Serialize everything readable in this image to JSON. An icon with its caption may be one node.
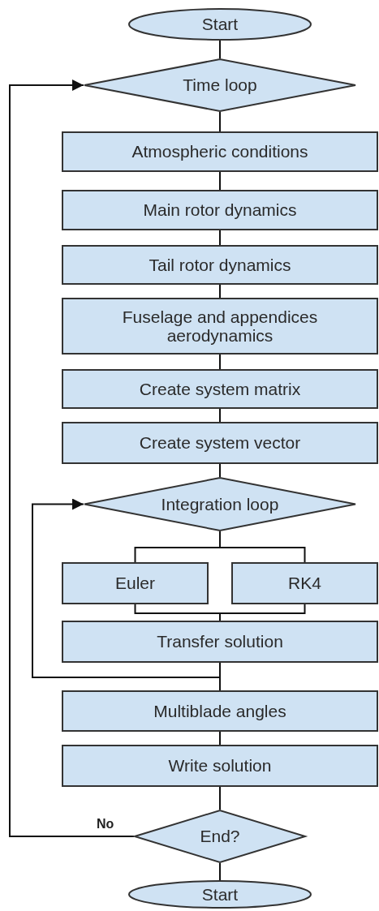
{
  "diagram": {
    "nodes": [
      {
        "text": [
          "Start"
        ]
      },
      {
        "text": [
          "Time loop"
        ]
      },
      {
        "text": [
          "Atmospheric conditions"
        ]
      },
      {
        "text": [
          "Main rotor dynamics"
        ]
      },
      {
        "text": [
          "Tail rotor dynamics"
        ]
      },
      {
        "text": [
          "Fuselage and appendices aerodynamics"
        ]
      },
      {
        "text": [
          "Create system matrix"
        ]
      },
      {
        "text": [
          "Create system vector"
        ]
      },
      {
        "text": [
          "Integration loop"
        ]
      },
      {
        "text": [
          "Euler"
        ]
      },
      {
        "text": [
          "RK4"
        ]
      },
      {
        "text": [
          "Transfer solution"
        ]
      },
      {
        "text": [
          "Multiblade angles"
        ]
      },
      {
        "text": [
          "Write solution"
        ]
      },
      {
        "text": [
          "End?"
        ]
      },
      {
        "text": [
          "Start"
        ]
      }
    ],
    "edges": [
      {
        "from": 0,
        "to": 1,
        "arrow": "none"
      },
      {
        "from": 1,
        "to": 2,
        "arrow": "none"
      },
      {
        "from": 2,
        "to": 3,
        "arrow": "none"
      },
      {
        "from": 3,
        "to": 4,
        "arrow": "none"
      },
      {
        "from": 4,
        "to": 5,
        "arrow": "none"
      },
      {
        "from": 5,
        "to": 6,
        "arrow": "none"
      },
      {
        "from": 6,
        "to": 7,
        "arrow": "none"
      },
      {
        "from": 7,
        "to": 8,
        "arrow": "none"
      },
      {
        "from": 8,
        "to": 9,
        "arrow": "none"
      },
      {
        "from": 8,
        "to": 10,
        "arrow": "none"
      },
      {
        "from": 9,
        "to": 11,
        "arrow": "none"
      },
      {
        "from": 10,
        "to": 11,
        "arrow": "none"
      },
      {
        "from": 11,
        "to": 8,
        "arrow": "to"
      },
      {
        "from": 11,
        "to": 12,
        "arrow": "none"
      },
      {
        "from": 12,
        "to": 13,
        "arrow": "none"
      },
      {
        "from": 13,
        "to": 14,
        "arrow": "none"
      },
      {
        "from": 14,
        "to": 15,
        "arrow": "none"
      },
      {
        "from": 14,
        "to": 1,
        "label": "No",
        "arrow": "to"
      }
    ]
  }
}
